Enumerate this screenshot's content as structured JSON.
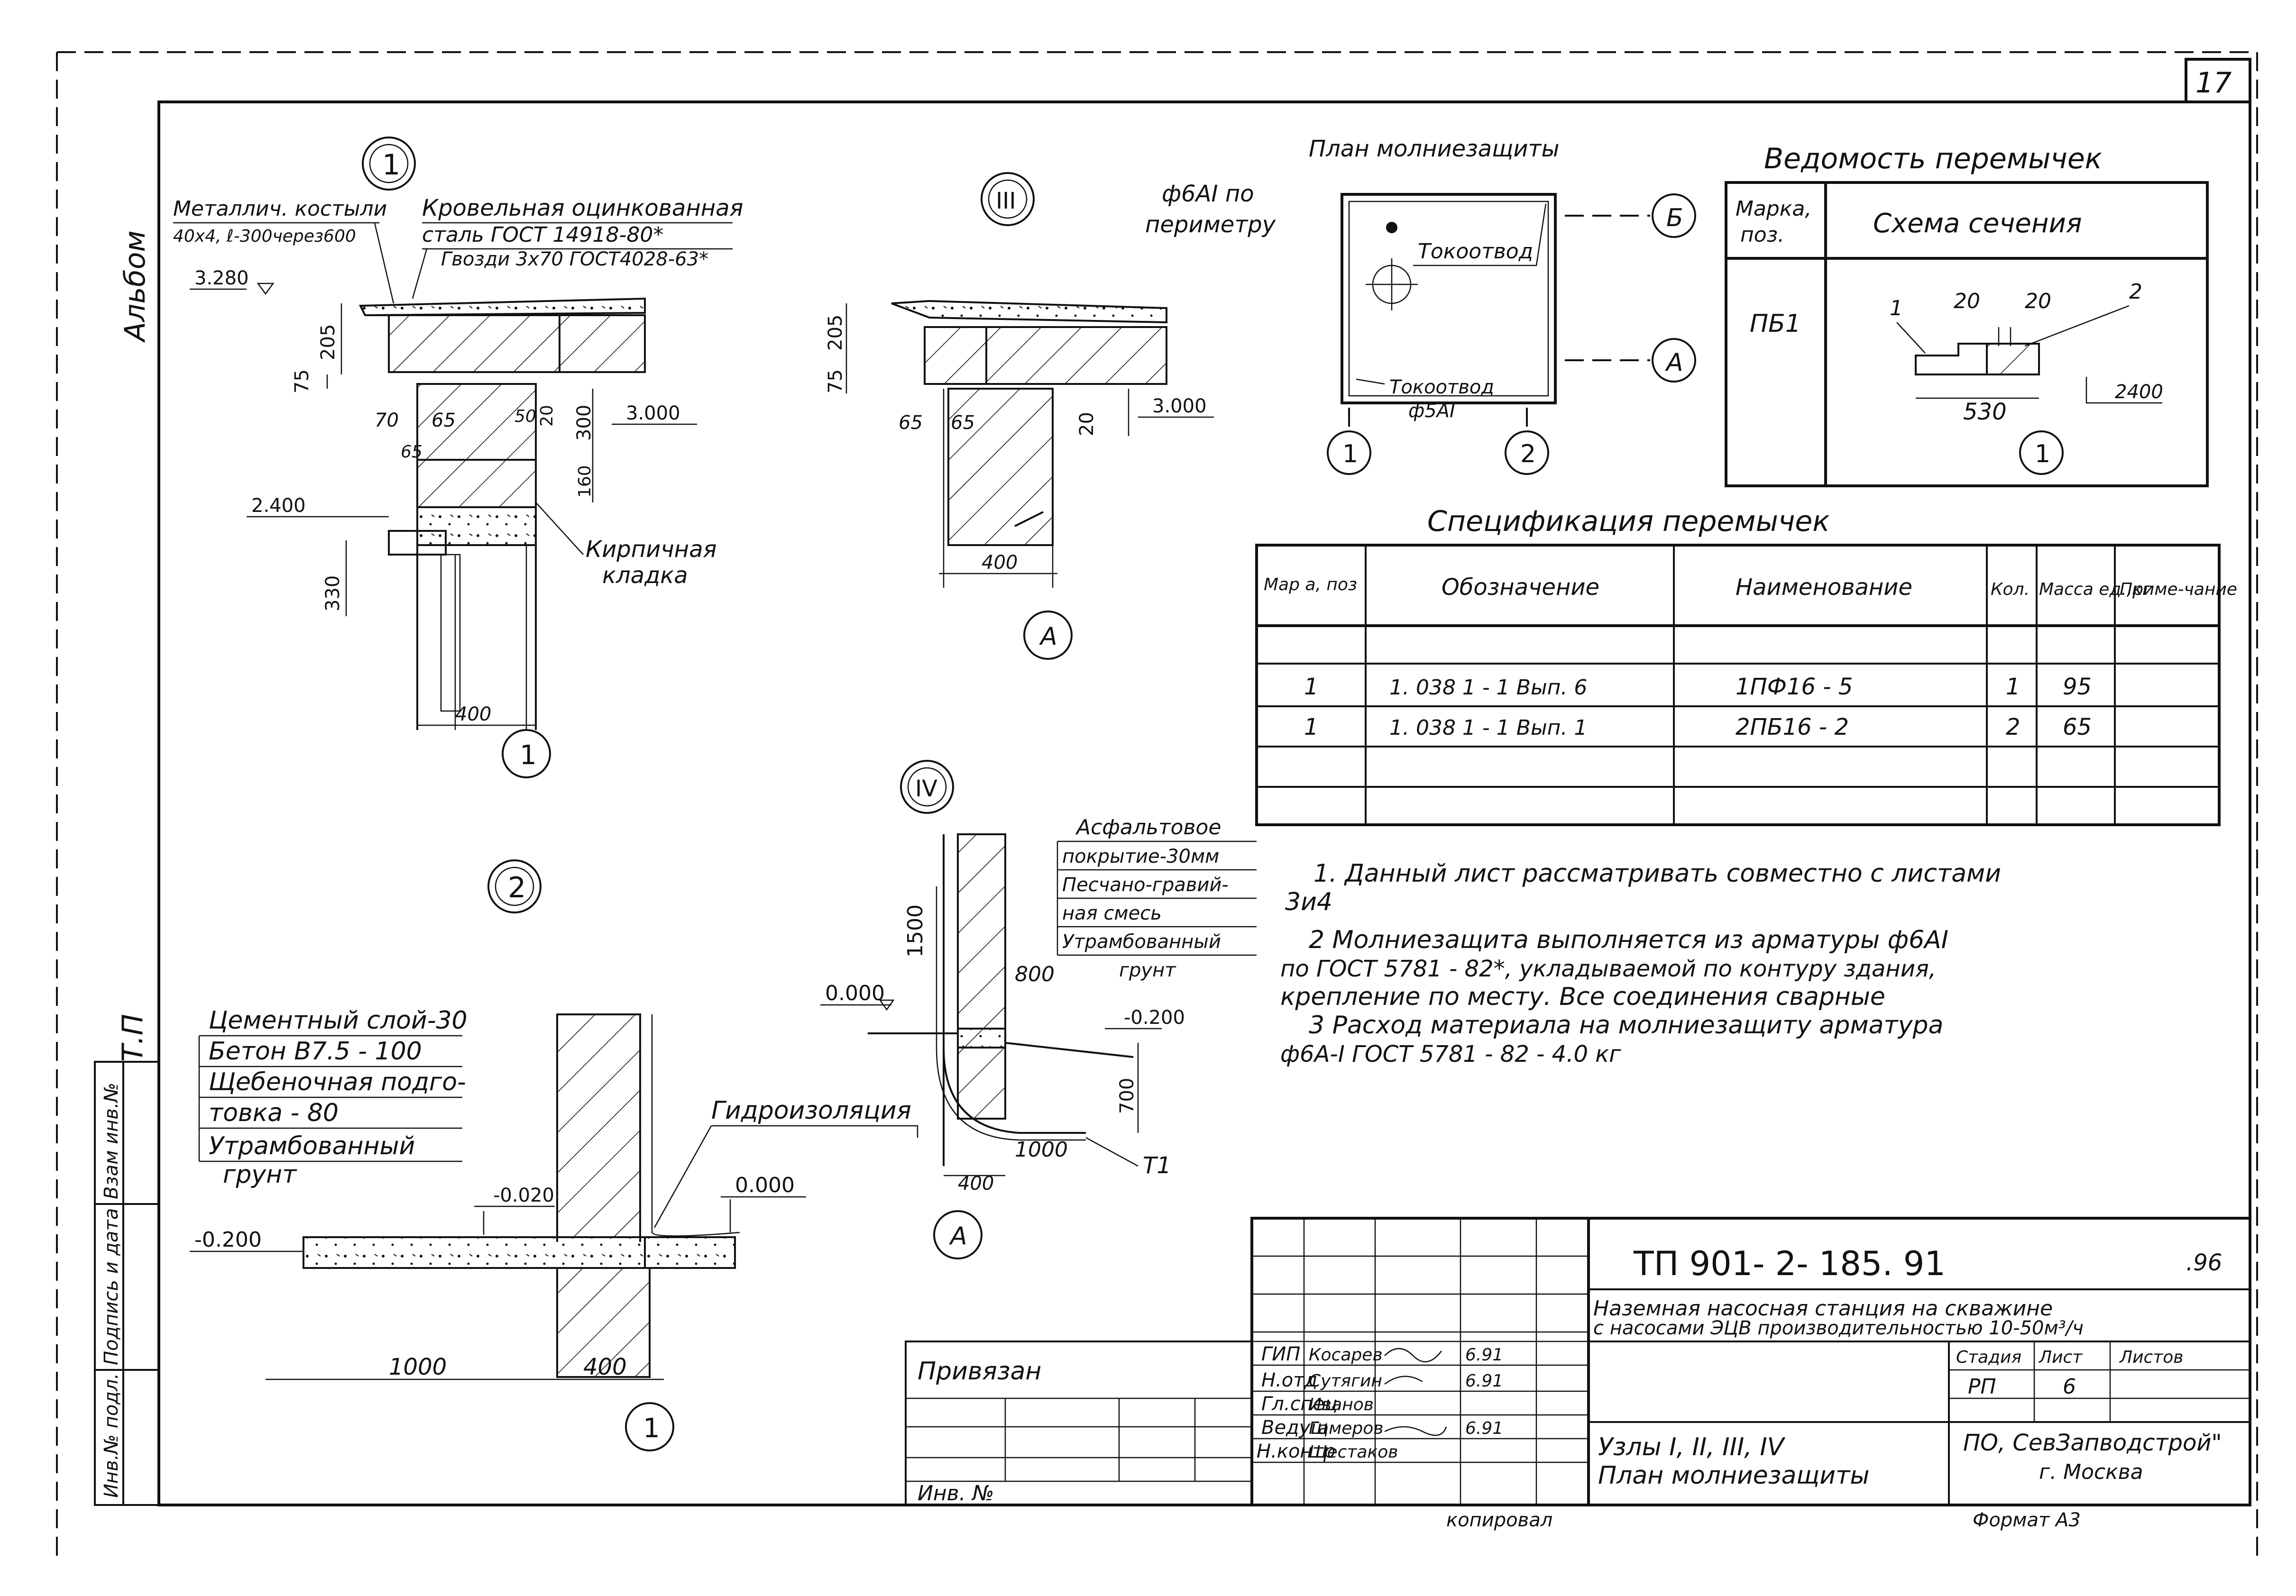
{
  "sheet": {
    "page_number": "17",
    "album_label": "Альбом",
    "album_tp": "Т.П",
    "margin_stamps": [
      "Инв.№ подл.",
      "Подпись и дата",
      "Взам инв.№"
    ]
  },
  "details": {
    "node1": {
      "marker": "1",
      "labels": [
        "Металлич. костыли",
        "40х4, ℓ-300через600",
        "Кровельная оцинкованная",
        "сталь ГОСТ 14918-80*",
        "Гвозди 3х70 ГОСТ4028-63*"
      ],
      "levels": [
        "3.280",
        "3.000",
        "2.400"
      ],
      "dims": [
        "205",
        "75",
        "70",
        "65",
        "50",
        "20",
        "300",
        "65",
        "160",
        "330",
        "400"
      ],
      "masonry": [
        "Кирпичная",
        "кладка"
      ],
      "axis": "1"
    },
    "node2": {
      "marker": "2",
      "layers": [
        "Цементный слой-30",
        "Бетон В7.5 - 100",
        "Щебеночная подго-",
        "товка     - 80",
        "Утрамбованный",
        "грунт"
      ],
      "waterproofing": "Гидроизоляция",
      "levels": [
        "-0.200",
        "-0.020",
        "0.000"
      ],
      "dims": [
        "1000",
        "400"
      ],
      "axis": "1"
    },
    "node3": {
      "marker": "III",
      "dims": [
        "205",
        "75",
        "65",
        "65",
        "20",
        "400"
      ],
      "level": "3.000",
      "axis": "А"
    },
    "node4": {
      "marker": "IV",
      "layers": [
        "Асфальтовое",
        "покрытие-30мм",
        "Песчано-гравий-",
        "ная смесь",
        "Утрамбованный",
        "грунт"
      ],
      "levels": [
        "0.000",
        "-0.200"
      ],
      "dims": [
        "1500",
        "800",
        "700",
        "1000",
        "400"
      ],
      "node_label": "Т1",
      "axis": "А"
    }
  },
  "lightning_plan": {
    "title": "План молниезащиты",
    "perimeter_note": [
      "ф6АI по",
      "периметру"
    ],
    "downconductor": "Токоотвод",
    "downconductor_bottom": [
      "Токоотвод",
      "ф5АI"
    ],
    "axes": [
      "Б",
      "А",
      "1",
      "2"
    ]
  },
  "lintel_schedule": {
    "title": "Ведомость перемычек",
    "col_mark": [
      "Марка,",
      "поз."
    ],
    "col_scheme": "Схема сечения",
    "row_mark": "ПБ1",
    "scheme": {
      "dims": [
        "20",
        "20",
        "530"
      ],
      "positions": [
        "1",
        "2"
      ],
      "level": "2400",
      "axis": "1"
    }
  },
  "lintel_spec": {
    "title": "Спецификация     перемычек",
    "headers": [
      "Мар а, поз",
      "Обозначение",
      "Наименование",
      "Кол.",
      "Масса ед.,кг",
      "Приме-чание"
    ],
    "rows": [
      {
        "pos": "1",
        "designation": "1. 038  1 - 1   Вып. 6",
        "name": "1ПФ16 - 5",
        "qty": "1",
        "mass": "95",
        "note": ""
      },
      {
        "pos": "1",
        "designation": "1. 038  1 - 1   Вып. 1",
        "name": "2ПБ16 - 2",
        "qty": "2",
        "mass": "65",
        "note": ""
      }
    ]
  },
  "notes": [
    "1. Данный лист рассматривать совместно с листами",
    "3и4",
    "2 Молниезащита выполняется из арматуры  ф6АI",
    "по ГОСТ 5781 - 82*, укладываемой по контуру здания,",
    "крепление по месту.  Все соединения сварные",
    "3 Расход материала на молниезащиту  арматура",
    "ф6А-I  ГОСТ 5781 - 82 - 4.0 кг"
  ],
  "title_block": {
    "project_code": "ТП  901- 2- 185. 91",
    "project_suffix": ".96",
    "project_name": [
      "Наземная насосная станция на скважине",
      "с насосами ЭЦВ производительностью 10-50м³/ч"
    ],
    "stage_header": [
      "Стадия",
      "Лист",
      "Листов"
    ],
    "stage": "РП",
    "sheet": "6",
    "sheet_title": [
      "Узлы I, II, III, IV",
      "План молниезащиты"
    ],
    "organization": [
      "ПО, СевЗапводстрой\"",
      "г. Москва"
    ],
    "roles": [
      "ГИП",
      "Н.отд",
      "Гл.спец",
      "Ведущ",
      "Н.контр"
    ],
    "names": [
      "Косарев",
      "Сутягин",
      "Иванов",
      "Гамеров",
      "Шестаков"
    ],
    "dates": [
      "6.91",
      "6.91",
      "",
      "6.91",
      ""
    ],
    "binding": "Привязан",
    "inv_no": "Инв. №",
    "copied": "копировал",
    "format": "Формат А3"
  }
}
